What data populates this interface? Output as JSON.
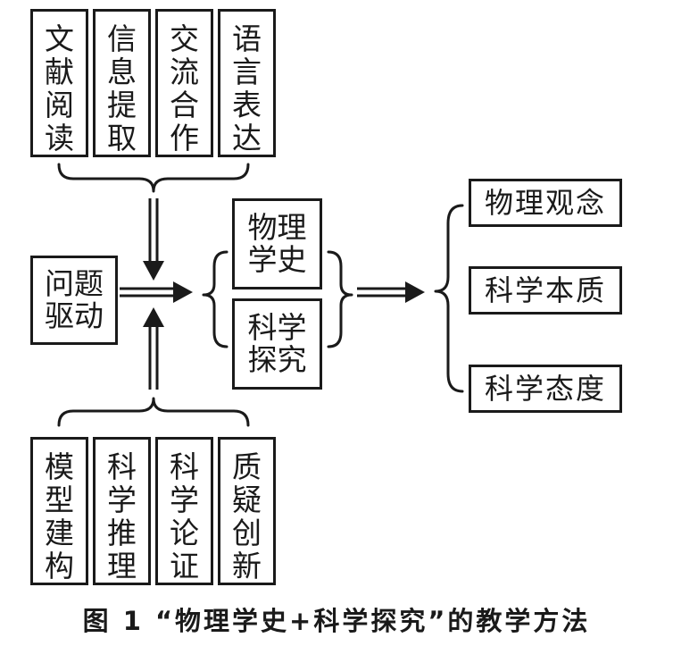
{
  "top_skills": [
    "文\n献\n阅\n读",
    "信\n息\n提\n取",
    "交\n流\n合\n作",
    "语\n言\n表\n达"
  ],
  "bottom_skills": [
    "模\n型\n建\n构",
    "科\n学\n推\n理",
    "科\n学\n论\n证",
    "质\n疑\n创\n新"
  ],
  "driver": "问题\n驱动",
  "center": [
    "物理\n学史",
    "科学\n探究"
  ],
  "outcomes": [
    "物理观念",
    "科学本质",
    "科学态度"
  ],
  "caption": "图 1 “物理学史+科学探究”的教学方法"
}
